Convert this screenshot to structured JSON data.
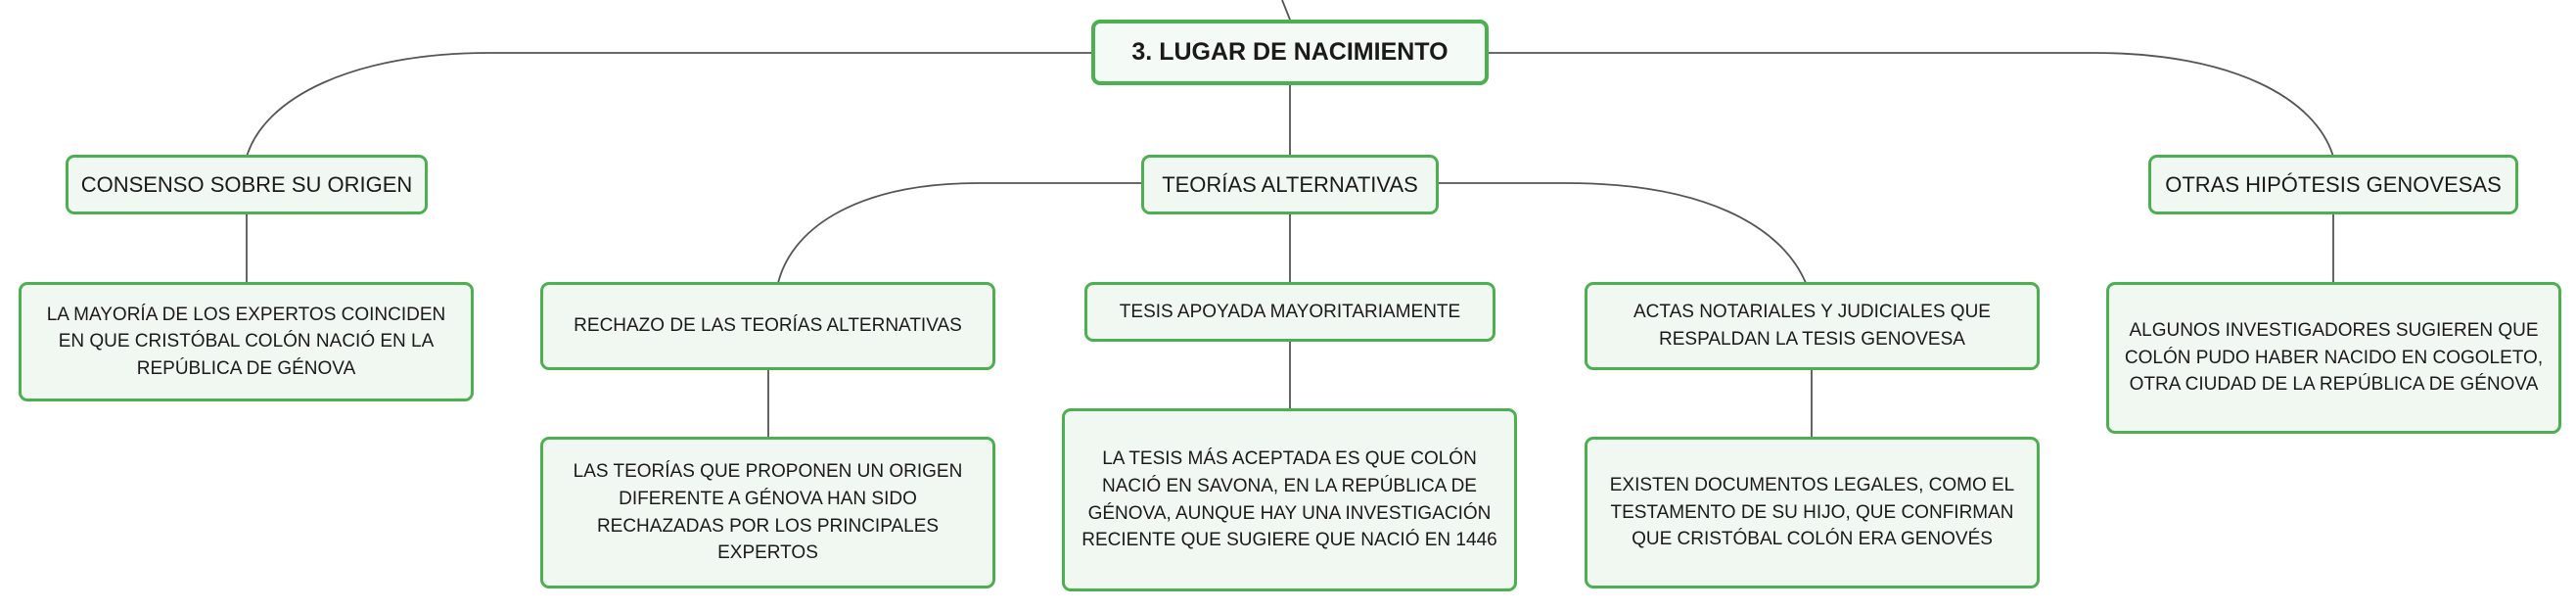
{
  "title": "3. LUGAR DE NACIMIENTO",
  "branches": {
    "consenso": {
      "label": "CONSENSO SOBRE SU ORIGEN",
      "detail": "LA MAYORÍA DE LOS EXPERTOS COINCIDEN EN QUE CRISTÓBAL COLÓN NACIÓ EN LA REPÚBLICA DE GÉNOVA"
    },
    "teorias": {
      "label": "TEORÍAS ALTERNATIVAS",
      "rechazo": {
        "label": "RECHAZO DE LAS TEORÍAS ALTERNATIVAS",
        "detail": "LAS TEORÍAS QUE PROPONEN UN ORIGEN DIFERENTE A GÉNOVA HAN SIDO RECHAZADAS POR LOS PRINCIPALES EXPERTOS"
      },
      "tesis": {
        "label": "TESIS APOYADA MAYORITARIAMENTE",
        "detail": "LA TESIS MÁS ACEPTADA ES QUE COLÓN NACIÓ EN SAVONA, EN LA REPÚBLICA DE GÉNOVA, AUNQUE HAY UNA INVESTIGACIÓN RECIENTE QUE SUGIERE QUE NACIÓ EN 1446"
      },
      "actas": {
        "label": "ACTAS NOTARIALES Y JUDICIALES QUE RESPALDAN LA TESIS GENOVESA",
        "detail": "EXISTEN DOCUMENTOS LEGALES, COMO EL TESTAMENTO DE SU HIJO, QUE CONFIRMAN QUE CRISTÓBAL COLÓN ERA GENOVÉS"
      }
    },
    "otras": {
      "label": "OTRAS HIPÓTESIS GENOVESAS",
      "detail": "ALGUNOS INVESTIGADORES SUGIEREN QUE COLÓN PUDO HABER NACIDO EN COGOLETO, OTRA CIUDAD DE LA REPÚBLICA DE GÉNOVA"
    }
  },
  "colors": {
    "border": "#4caf50",
    "fill": "#f1f8f2",
    "line": "#555555"
  }
}
